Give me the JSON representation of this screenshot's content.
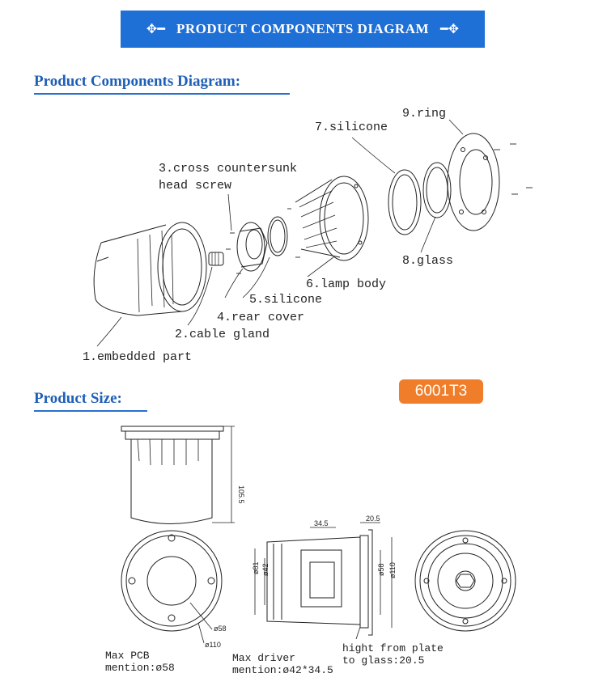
{
  "banner": {
    "title": "PRODUCT COMPONENTS DIAGRAM"
  },
  "sections": {
    "components_title": "Product Components Diagram:",
    "size_title": "Product Size:"
  },
  "components": [
    {
      "line1": "1.embedded part"
    },
    {
      "line1": "2.cable gland"
    },
    {
      "line1": "3.cross countersunk",
      "line2": "head screw"
    },
    {
      "line1": "4.rear cover"
    },
    {
      "line1": "5.silicone"
    },
    {
      "line1": "6.lamp body"
    },
    {
      "line1": "7.silicone"
    },
    {
      "line1": "8.glass"
    },
    {
      "line1": "9.ring"
    }
  ],
  "model": "6001T3",
  "dimensions": {
    "height": "105.5",
    "d58": "ø58",
    "d110": "ø110",
    "d81": "ø81",
    "d42": "ø42",
    "d58v": "ø58",
    "d110v": "ø110",
    "w345": "34.5",
    "w205": "20.5"
  },
  "notes": {
    "pcb_1": "Max PCB",
    "pcb_2": "mention:ø58",
    "driver_1": "Max driver",
    "driver_2": "mention:ø42*34.5",
    "hight_1": "hight from plate",
    "hight_2": "to glass:20.5"
  }
}
